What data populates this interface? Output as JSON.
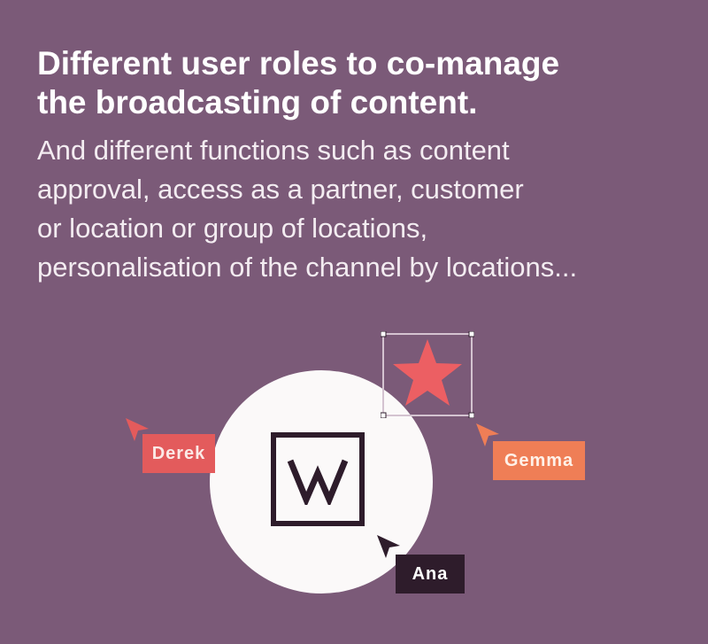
{
  "headline": {
    "line1": "Different user roles to co-manage",
    "line2": "the broadcasting of content."
  },
  "subtext": {
    "line1": "And different functions such as content",
    "line2": "approval, access as a partner, customer",
    "line3": "or location or group of locations,",
    "line4": "personalisation of the channel by locations..."
  },
  "users": {
    "derek": "Derek",
    "gemma": "Gemma",
    "ana": "Ana"
  },
  "colors": {
    "background": "#7b5a78",
    "star": "#ec5f63",
    "derek": "#e35b5c",
    "gemma": "#ef7e56",
    "ana": "#2e1c2b",
    "circle": "#fbf9f9"
  },
  "icons": {
    "logo": "w-logo-icon",
    "star": "star-icon",
    "cursor": "pointer-cursor-icon"
  }
}
